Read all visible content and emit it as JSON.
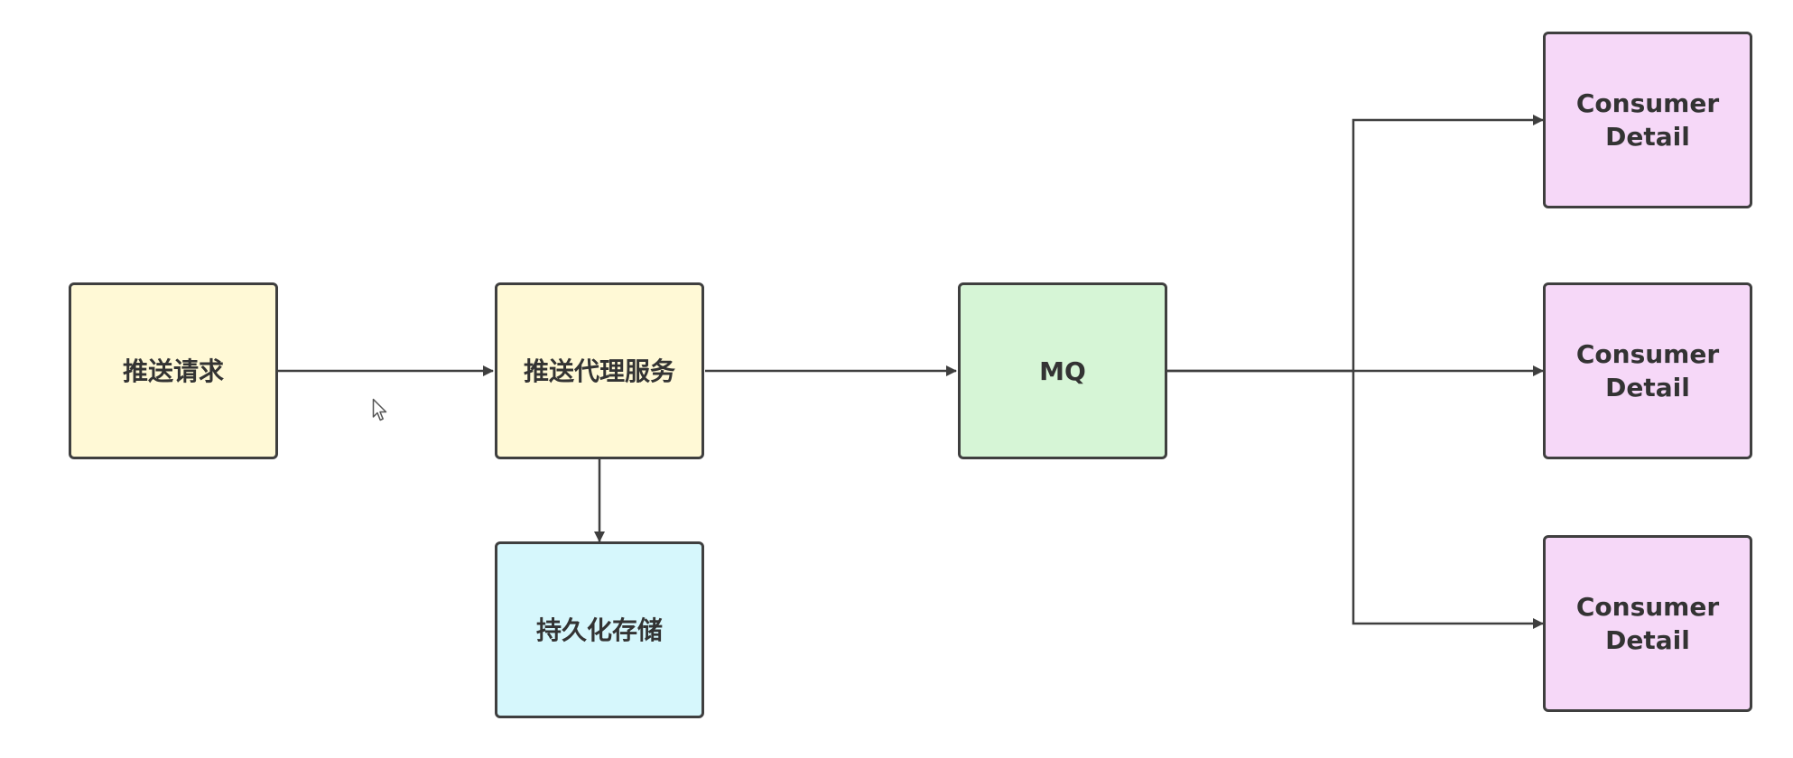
{
  "nodes": [
    {
      "id": "push_request",
      "label": "推送请求",
      "fill": "#FFF9D6"
    },
    {
      "id": "push_proxy",
      "label": "推送代理服务",
      "fill": "#FFF9D6"
    },
    {
      "id": "persistent_storage",
      "label": "持久化存储",
      "fill": "#D6F7FC"
    },
    {
      "id": "mq",
      "label": "MQ",
      "fill": "#D6F5D6"
    },
    {
      "id": "consumer_1",
      "label": "Consumer\nDetail",
      "fill": "#F6D8F8"
    },
    {
      "id": "consumer_2",
      "label": "Consumer\nDetail",
      "fill": "#F6D8F8"
    },
    {
      "id": "consumer_3",
      "label": "Consumer\nDetail",
      "fill": "#F6D8F8"
    }
  ],
  "edges": [
    {
      "from": "push_request",
      "to": "push_proxy"
    },
    {
      "from": "push_proxy",
      "to": "persistent_storage"
    },
    {
      "from": "push_proxy",
      "to": "mq"
    },
    {
      "from": "mq",
      "to": "consumer_1"
    },
    {
      "from": "mq",
      "to": "consumer_2"
    },
    {
      "from": "mq",
      "to": "consumer_3"
    }
  ],
  "colors": {
    "stroke": "#3F3F3F",
    "text": "#333333"
  },
  "cursor": {
    "icon": "mouse-pointer-icon"
  }
}
